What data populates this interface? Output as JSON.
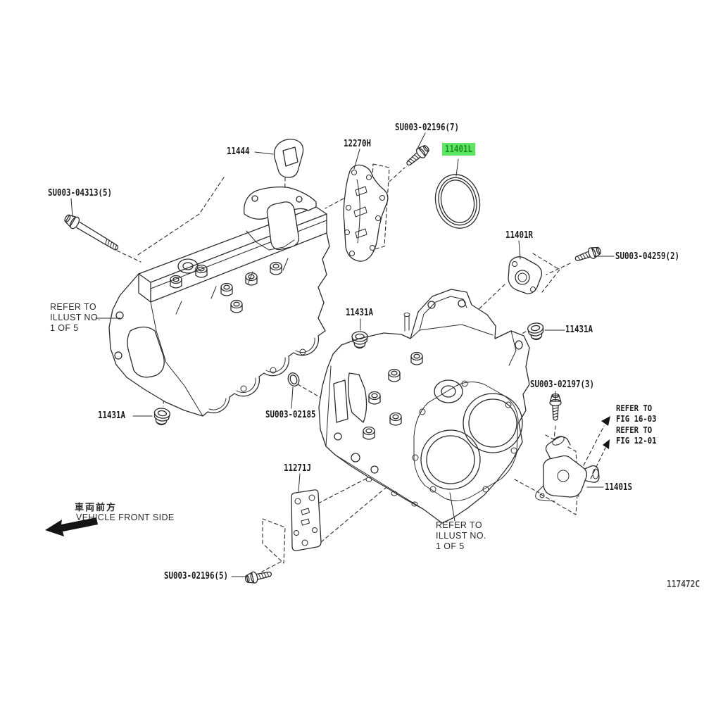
{
  "figure": {
    "code": "117472C",
    "front_arrow": {
      "jp": "車両前方",
      "en": "VEHICLE FRONT SIDE"
    },
    "highlight": {
      "bg": "#5ee463",
      "text": "#1b8f1f"
    },
    "callouts": {
      "bolt_02196_7": "SU003-02196(7)",
      "gasket_11444": "11444",
      "plate_12270h": "12270H",
      "seal_11401l": "11401L",
      "bolt_04313_5": "SU003-04313(5)",
      "retainer_11401r": "11401R",
      "bolt_04259_2": "SU003-04259(2)",
      "plug_11431a_center": "11431A",
      "plug_11431a_right": "11431A",
      "bolt_02197_3": "SU003-02197(3)",
      "plug_11431a_left": "11431A",
      "ring_02185": "SU003-02185",
      "bracket_11271j": "11271J",
      "outlet_11401s": "11401S",
      "bolt_02196_5": "SU003-02196(5)"
    },
    "notes": {
      "illust_left": [
        "REFER TO",
        "ILLUST NO.",
        "1 OF 5"
      ],
      "illust_bottom": [
        "REFER TO",
        "ILLUST NO.",
        "1 OF 5"
      ],
      "fig_16_03": [
        "REFER TO",
        "FIG 16-03"
      ],
      "fig_12_01": [
        "REFER TO",
        "FIG 12-01"
      ]
    }
  }
}
